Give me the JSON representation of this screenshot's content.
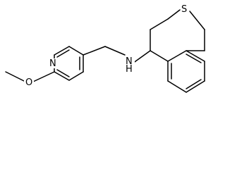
{
  "molecule": {
    "atoms": {
      "nitrogen_pyridine": "N",
      "oxygen_methoxy": "O",
      "nitrogen_amine": "N",
      "hydrogen_amine": "H",
      "sulfur_ring": "S"
    }
  },
  "colors": {
    "bond": "#000000",
    "label": "#000000",
    "background": "#ffffff"
  }
}
